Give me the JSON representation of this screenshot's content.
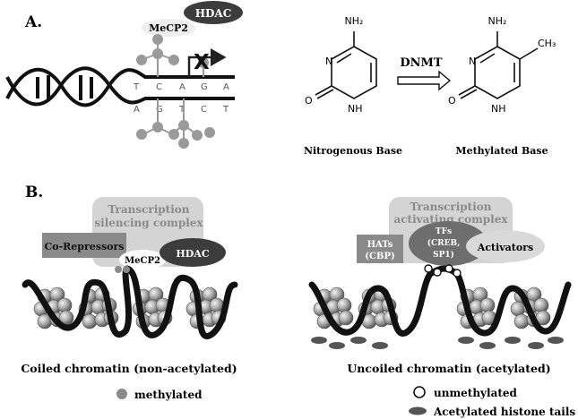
{
  "panel_a": {
    "label": "A.",
    "hdac": "HDAC",
    "mecp2": "MeCP2",
    "block_mark": "X",
    "top_strand_bases": [
      "T",
      "C",
      "A",
      "G",
      "A"
    ],
    "bottom_strand_bases": [
      "A",
      "G",
      "T",
      "C",
      "T"
    ],
    "nh2_left": "NH₂",
    "n_left": "N",
    "o_left": "O",
    "nh_left": "NH",
    "enzyme": "DNMT",
    "nh2_right": "NH₂",
    "ch3": "CH₃",
    "n_right": "N",
    "o_right": "O",
    "nh_right": "NH",
    "caption_left": "Nitrogenous Base",
    "caption_right": "Methylated Base"
  },
  "panel_b": {
    "label": "B.",
    "silencing_title_1": "Transcription",
    "silencing_title_2": "silencing complex",
    "co_repressors": "Co-Repressors",
    "mecp2": "MeCP2",
    "hdac": "HDAC",
    "activating_title_1": "Transcription",
    "activating_title_2": "activating complex",
    "hats_1": "HATs",
    "hats_2": "(CBP)",
    "tfs_1": "TFs",
    "tfs_2": "(CREB,",
    "tfs_3": "SP1)",
    "activators": "Activators",
    "coiled_caption": "Coiled chromatin (non-acetylated)",
    "uncoiled_caption": "Uncoiled chromatin (acetylated)",
    "legend_methylated": "methylated",
    "legend_unmethylated": "unmethylated",
    "legend_acetylated": "Acetylated histone tails"
  },
  "colors": {
    "dark_oval": "#3c3c3c",
    "light_box": "#d4d4d4",
    "mid_gray": "#8a8a8a",
    "nucleosome": "#a8a8a8"
  }
}
